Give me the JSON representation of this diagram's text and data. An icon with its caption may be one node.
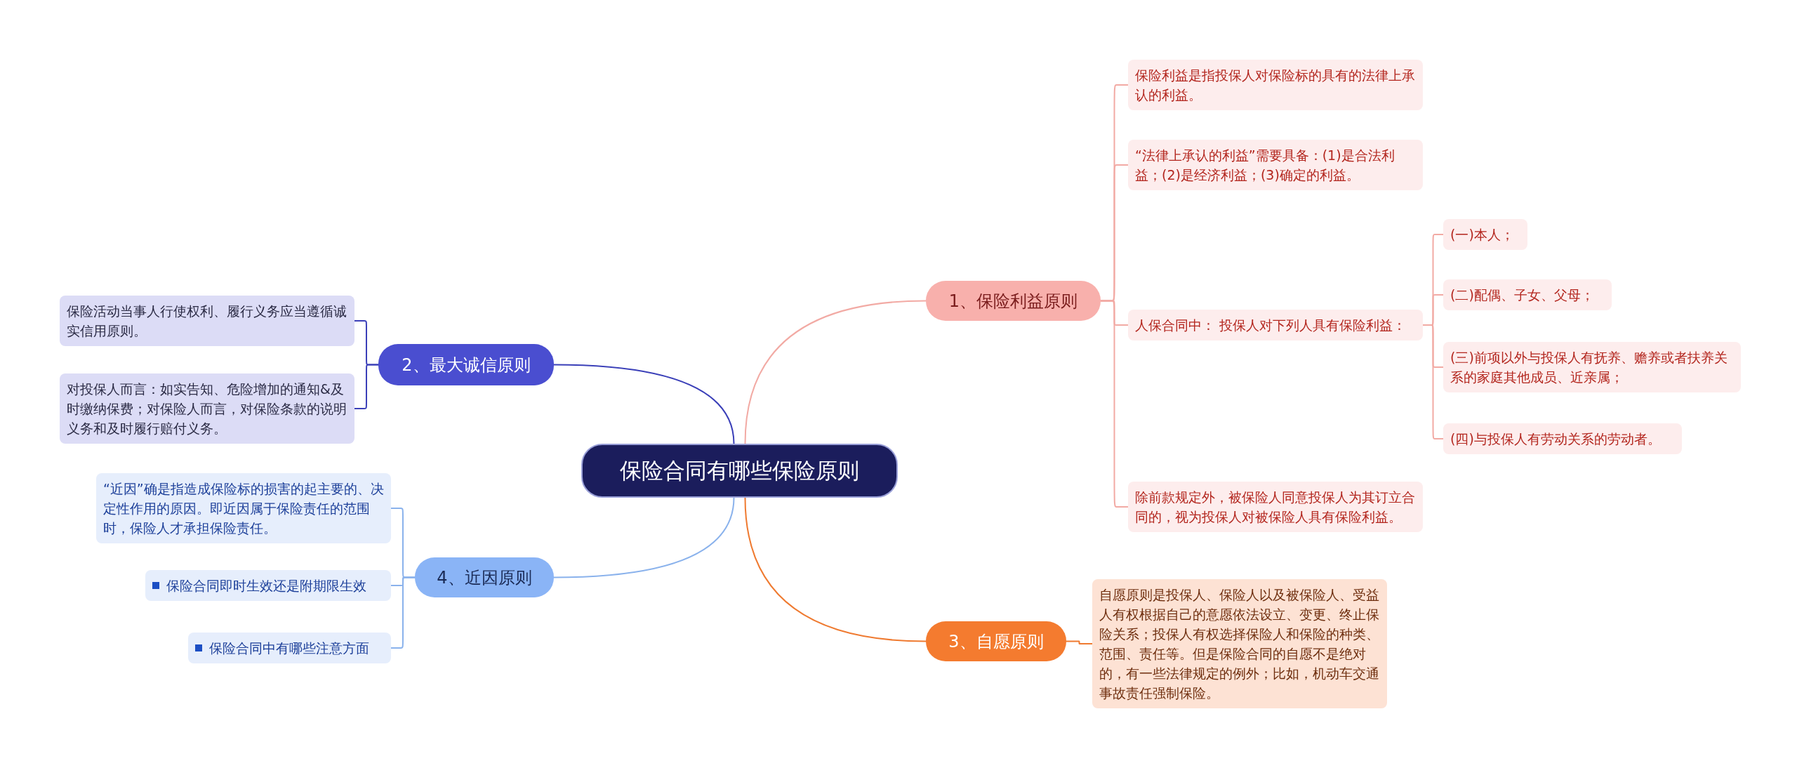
{
  "diagram": {
    "nodes": [
      {
        "text": [
          "保险合同有哪些保险原则"
        ]
      },
      {
        "text": [
          "1、保险利益原则"
        ]
      },
      {
        "text": [
          "保险利益是指投保人对保险标的具有的法律上承认的利益。"
        ]
      },
      {
        "text": [
          "“法律上承认的利益”需要具备：(1)是合法利益；(2)是经济利益；(3)确定的利益。"
        ]
      },
      {
        "text": [
          "人保合同中： 投保人对下列人具有保险利益："
        ]
      },
      {
        "text": [
          "(一)本人；"
        ]
      },
      {
        "text": [
          "(二)配偶、子女、父母；"
        ]
      },
      {
        "text": [
          "(三)前项以外与投保人有抚养、赡养或者扶养关系的家庭其他成员、近亲属；"
        ]
      },
      {
        "text": [
          "(四)与投保人有劳动关系的劳动者。"
        ]
      },
      {
        "text": [
          "除前款规定外，被保险人同意投保人为其订立合同的，视为投保人对被保险人具有保险利益。"
        ]
      },
      {
        "text": [
          "3、自愿原则"
        ]
      },
      {
        "text": [
          "自愿原则是投保人、保险人以及被保险人、受益人有权根据自己的意愿依法设立、变更、终止保险关系；投保人有权选择保险人和保险的种类、范围、责任等。但是保险合同的自愿不是绝对的，有一些法律规定的例外；比如，机动车交通事故责任强制保险。"
        ]
      },
      {
        "text": [
          "2、最大诚信原则"
        ]
      },
      {
        "text": [
          "保险活动当事人行使权利、履行义务应当遵循诚实信用原则。"
        ]
      },
      {
        "text": [
          "对投保人而言：如实告知、危险增加的通知&及时缴纳保费；对保险人而言，对保险条款的说明义务和及时履行赔付义务。"
        ]
      },
      {
        "text": [
          "4、近因原则"
        ]
      },
      {
        "text": [
          "“近因”确是指造成保险标的损害的起主要的、决定性作用的原因。即近因属于保险责任的范围时，保险人才承担保险责任。"
        ]
      },
      {
        "text": [
          "保险合同即时生效还是附期限生效"
        ]
      },
      {
        "text": [
          "保险合同中有哪些注意方面"
        ]
      }
    ],
    "edges": [
      {
        "from": 0,
        "to": 1,
        "arrow": "none",
        "color": "#f2aaa4"
      },
      {
        "from": 1,
        "to": 2,
        "arrow": "none",
        "color": "#f2aaa4"
      },
      {
        "from": 1,
        "to": 3,
        "arrow": "none",
        "color": "#f2aaa4"
      },
      {
        "from": 1,
        "to": 4,
        "arrow": "none",
        "color": "#f2aaa4"
      },
      {
        "from": 4,
        "to": 5,
        "arrow": "none",
        "color": "#f2aaa4"
      },
      {
        "from": 4,
        "to": 6,
        "arrow": "none",
        "color": "#f2aaa4"
      },
      {
        "from": 4,
        "to": 7,
        "arrow": "none",
        "color": "#f2aaa4"
      },
      {
        "from": 4,
        "to": 8,
        "arrow": "none",
        "color": "#f2aaa4"
      },
      {
        "from": 1,
        "to": 9,
        "arrow": "none",
        "color": "#f2aaa4"
      },
      {
        "from": 0,
        "to": 10,
        "arrow": "none",
        "color": "#ef7a30"
      },
      {
        "from": 10,
        "to": 11,
        "arrow": "none",
        "color": "#ef7a30"
      },
      {
        "from": 0,
        "to": 12,
        "arrow": "none",
        "color": "#3a3fb8"
      },
      {
        "from": 12,
        "to": 13,
        "arrow": "none",
        "color": "#3a3fb8"
      },
      {
        "from": 12,
        "to": 14,
        "arrow": "none",
        "color": "#3a3fb8"
      },
      {
        "from": 0,
        "to": 15,
        "arrow": "none",
        "color": "#8ab2ec"
      },
      {
        "from": 15,
        "to": 16,
        "arrow": "none",
        "color": "#8ab2ec"
      },
      {
        "from": 15,
        "to": 17,
        "arrow": "none",
        "color": "#8ab2ec"
      },
      {
        "from": 15,
        "to": 18,
        "arrow": "none",
        "color": "#8ab2ec"
      }
    ]
  }
}
